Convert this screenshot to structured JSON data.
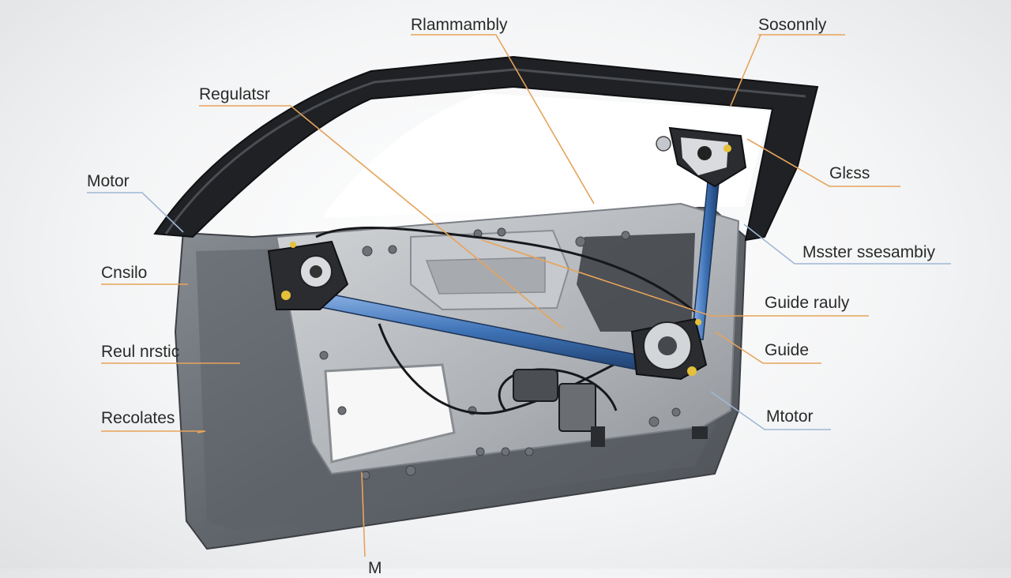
{
  "labels": {
    "top_center": "Rlammambly",
    "top_right": "Sosonnly",
    "regulator": "Regulatsr",
    "motor_left": "Motor",
    "glass": "Glεss",
    "cable": "Cnsilo",
    "meter_assembly": "Msster ssesambiy",
    "guide_rauly": "Guide rauly",
    "guide": "Guide",
    "reul": "Reul nrstic",
    "recolates": "Recolates",
    "motor_right": "Mtotor",
    "bottom_cut": "M"
  },
  "colors": {
    "leader_orange": "#e7a35a",
    "leader_blue": "#9fb7d6",
    "rail_blue": "#3f74b8",
    "door_gray": "#6c7178",
    "panel_silver": "#b9bcc0",
    "frame_black": "#1f2124"
  }
}
